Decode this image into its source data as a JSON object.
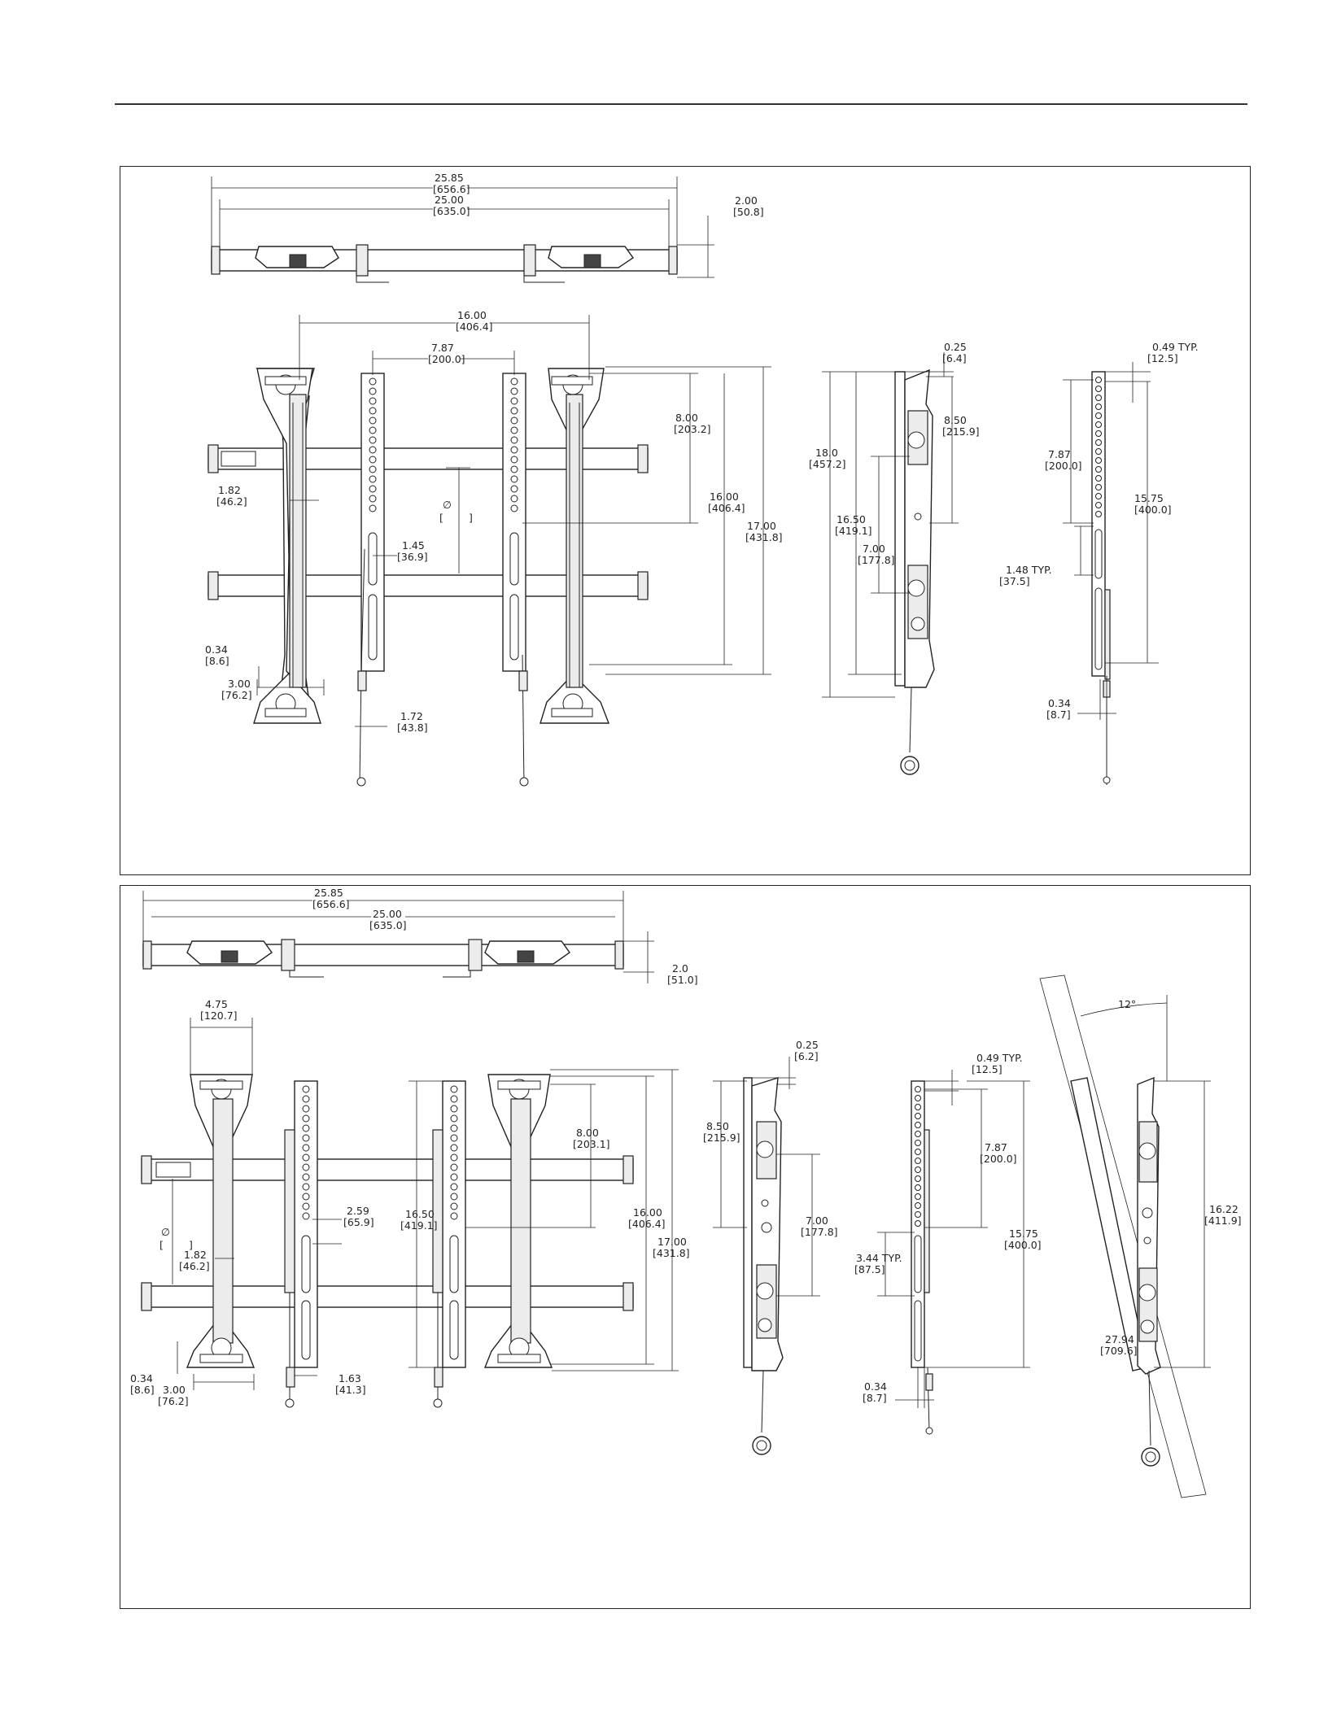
{
  "top_diagram": {
    "overall_width": [
      "25.85",
      "[656.6]"
    ],
    "rail_width": [
      "25.00",
      "[635.0]"
    ],
    "depth": [
      "2.00",
      "[50.8]"
    ],
    "bracket_spacing": [
      "16.00",
      "[406.4]"
    ],
    "column_spacing": [
      "7.87",
      "[200.0]"
    ],
    "arm_width": [
      "1.82",
      "[46.2]"
    ],
    "dia_symbol": "∅",
    "hole_dim": [
      "1.45",
      "[36.9]"
    ],
    "foot_offset": [
      "0.34",
      "[8.6]"
    ],
    "foot_width": [
      "3.00",
      "[76.2]"
    ],
    "column_width": [
      "1.72",
      "[43.8]"
    ],
    "half_height": [
      "8.00",
      "[203.2]"
    ],
    "mid_height": [
      "16.00",
      "[406.4]"
    ],
    "full_height": [
      "17.00",
      "[431.8]"
    ],
    "side_top_offset": [
      "0.25",
      "[6.4]"
    ],
    "side_upper": [
      "8.50",
      "[215.9]"
    ],
    "side_total": [
      "18.0",
      "[457.2]"
    ],
    "side_mid": [
      "16.50",
      "[419.1]"
    ],
    "side_lower": [
      "7.00",
      "[177.8]"
    ],
    "col_top": [
      "0.49  TYP.",
      "[12.5]"
    ],
    "col_spacing": [
      "7.87",
      "[200.0]"
    ],
    "col_height": [
      "15.75",
      "[400.0]"
    ],
    "col_slot": [
      "1.48  TYP.",
      "[37.5]"
    ],
    "col_depth": [
      "0.34",
      "[8.7]"
    ]
  },
  "bottom_diagram": {
    "overall_width": [
      "25.85",
      "[656.6]"
    ],
    "rail_width": [
      "25.00",
      "[635.0]"
    ],
    "depth": [
      "2.0",
      "[51.0]"
    ],
    "head_width": [
      "4.75",
      "[120.7]"
    ],
    "dia_symbol": "∅",
    "arm_width": [
      "1.82",
      "[46.2]"
    ],
    "slot_dim": [
      "2.59",
      "[65.9]"
    ],
    "foot_offset": [
      "0.34",
      "[8.6]"
    ],
    "foot_width": [
      "3.00",
      "[76.2]"
    ],
    "column_width": [
      "1.63",
      "[41.3]"
    ],
    "column_height": [
      "16.50",
      "[419.1]"
    ],
    "half_height": [
      "8.00",
      "[203.1]"
    ],
    "mid_height": [
      "16.00",
      "[406.4]"
    ],
    "full_height": [
      "17.00",
      "[431.8]"
    ],
    "side_top_offset": [
      "0.25",
      "[6.2]"
    ],
    "side_upper": [
      "8.50",
      "[215.9]"
    ],
    "side_lower": [
      "7.00",
      "[177.8]"
    ],
    "col_top": [
      "0.49  TYP.",
      "[12.5]"
    ],
    "col_spacing": [
      "7.87",
      "[200.0]"
    ],
    "col_height": [
      "15.75",
      "[400.0]"
    ],
    "col_slot": [
      "3.44  TYP.",
      "[87.5]"
    ],
    "col_depth": [
      "0.34",
      "[8.7]"
    ],
    "tilt_angle": "12°",
    "tilt_height": [
      "16.22",
      "[411.9]"
    ],
    "tilt_length": [
      "27.94",
      "[709.6]"
    ]
  }
}
